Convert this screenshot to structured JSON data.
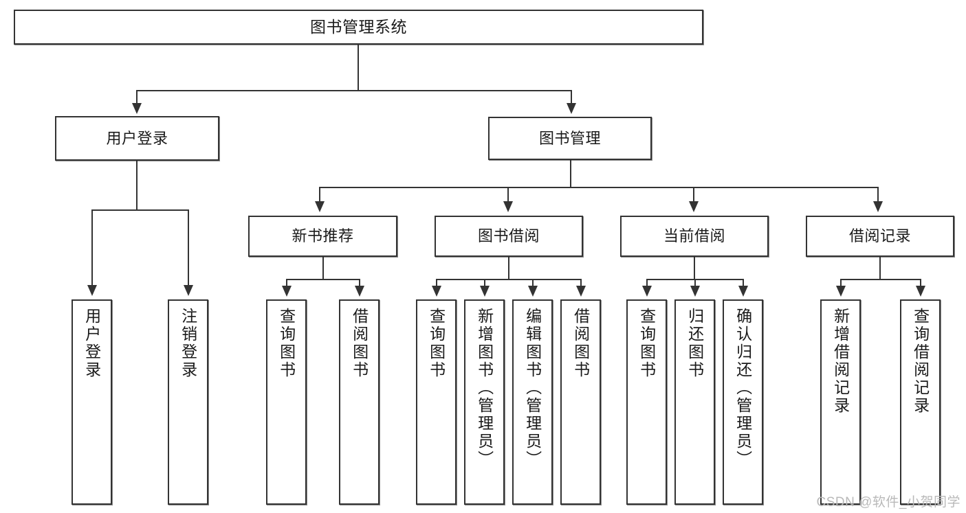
{
  "diagram": {
    "title": "图书管理系统",
    "type": "tree-hierarchy-chart",
    "root": {
      "label": "图书管理系统"
    },
    "level2": [
      {
        "label": "用户登录"
      },
      {
        "label": "图书管理"
      }
    ],
    "level3": [
      {
        "label": "新书推荐"
      },
      {
        "label": "图书借阅"
      },
      {
        "label": "当前借阅"
      },
      {
        "label": "借阅记录"
      }
    ],
    "leaves": {
      "user_login": [
        {
          "label": "用户登录"
        },
        {
          "label": "注销登录"
        }
      ],
      "new_book_recommend": [
        {
          "label": "查询图书"
        },
        {
          "label": "借阅图书"
        }
      ],
      "book_borrow": [
        {
          "label": "查询图书"
        },
        {
          "label": "新增图书（管理员）"
        },
        {
          "label": "编辑图书（管理员）"
        },
        {
          "label": "借阅图书"
        }
      ],
      "current_borrow": [
        {
          "label": "查询图书"
        },
        {
          "label": "归还图书"
        },
        {
          "label": "确认归还（管理员）"
        }
      ],
      "borrow_records": [
        {
          "label": "新增借阅记录"
        },
        {
          "label": "查询借阅记录"
        }
      ]
    }
  },
  "watermark": {
    "text": "CSDN @软件_小贺同学"
  },
  "colors": {
    "stroke": "#333333",
    "background": "#ffffff",
    "text": "#1a1a1a",
    "watermark": "#b9b9b9"
  }
}
